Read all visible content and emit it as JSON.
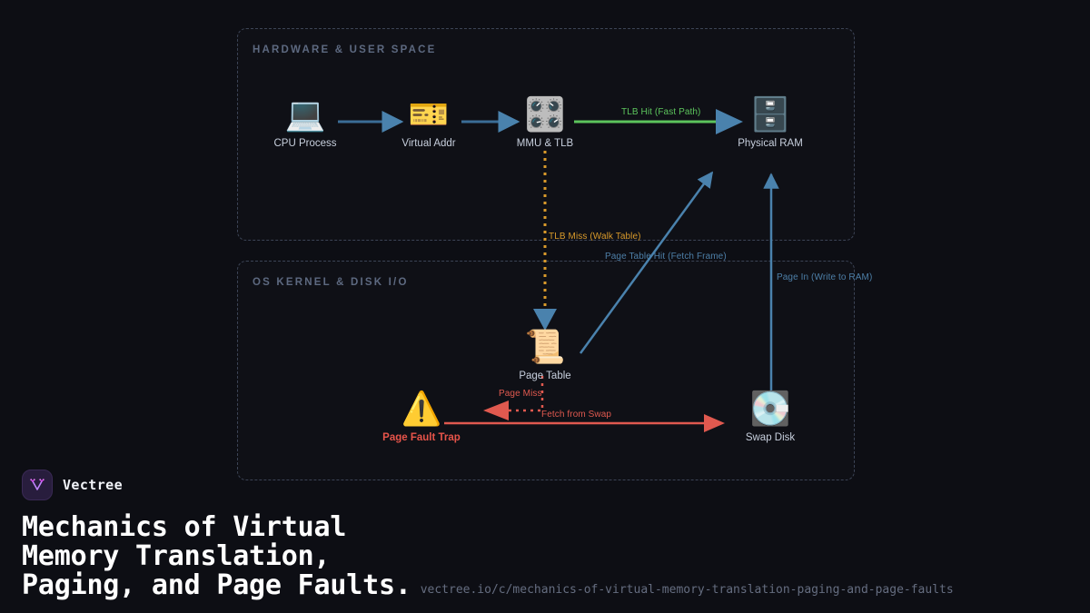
{
  "diagram": {
    "panels": [
      {
        "id": "hardware",
        "title": "HARDWARE & USER SPACE"
      },
      {
        "id": "kernel",
        "title": "OS KERNEL & DISK I/O"
      }
    ],
    "nodes": [
      {
        "id": "cpu",
        "label": "CPU Process",
        "icon": "laptop-icon",
        "glyph": "💻"
      },
      {
        "id": "vaddr",
        "label": "Virtual Addr",
        "icon": "ticket-icon",
        "glyph": "🎫"
      },
      {
        "id": "mmu",
        "label": "MMU & TLB",
        "icon": "control-knobs-icon",
        "glyph": "🎛️"
      },
      {
        "id": "ram",
        "label": "Physical RAM",
        "icon": "file-cabinet-icon",
        "glyph": "🗄️"
      },
      {
        "id": "ptable",
        "label": "Page Table",
        "icon": "scroll-icon",
        "glyph": "📜"
      },
      {
        "id": "swap",
        "label": "Swap Disk",
        "icon": "computer-disk-icon",
        "glyph": "💽"
      },
      {
        "id": "fault",
        "label": "Page Fault Trap",
        "icon": "warning-icon",
        "glyph": "⚠️"
      }
    ],
    "edges": [
      {
        "id": "cpu-to-vaddr",
        "label": "",
        "color": "#3b6d96",
        "style": "solid"
      },
      {
        "id": "vaddr-to-mmu",
        "label": "",
        "color": "#3b6d96",
        "style": "solid"
      },
      {
        "id": "tlb-hit",
        "label": "TLB Hit (Fast Path)",
        "color": "#4caf50",
        "style": "solid"
      },
      {
        "id": "tlb-miss",
        "label": "TLB Miss (Walk Table)",
        "color": "#d99a2b",
        "style": "dotted"
      },
      {
        "id": "page-table-hit",
        "label": "Page Table Hit (Fetch Frame)",
        "color": "#4a82ad",
        "style": "solid"
      },
      {
        "id": "page-in",
        "label": "Page In (Write to RAM)",
        "color": "#4a82ad",
        "style": "solid"
      },
      {
        "id": "page-miss",
        "label": "Page Miss",
        "color": "#e0594f",
        "style": "dotted"
      },
      {
        "id": "fetch-from-swap",
        "label": "Fetch from Swap",
        "color": "#e0594f",
        "style": "solid"
      }
    ],
    "colors": {
      "background": "#0d0e14",
      "panel_border": "#3c4456",
      "arrow_blue": "#3b6d96",
      "arrow_green": "#4caf50",
      "arrow_orange": "#d99a2b",
      "arrow_red": "#e0594f",
      "brand_purple": "#a855f7"
    }
  },
  "footer": {
    "brand_name": "Vectree",
    "title": "Mechanics of Virtual\nMemory Translation,\nPaging, and Page Faults.",
    "url": "vectree.io/c/mechanics-of-virtual-memory-translation-paging-and-page-faults"
  }
}
